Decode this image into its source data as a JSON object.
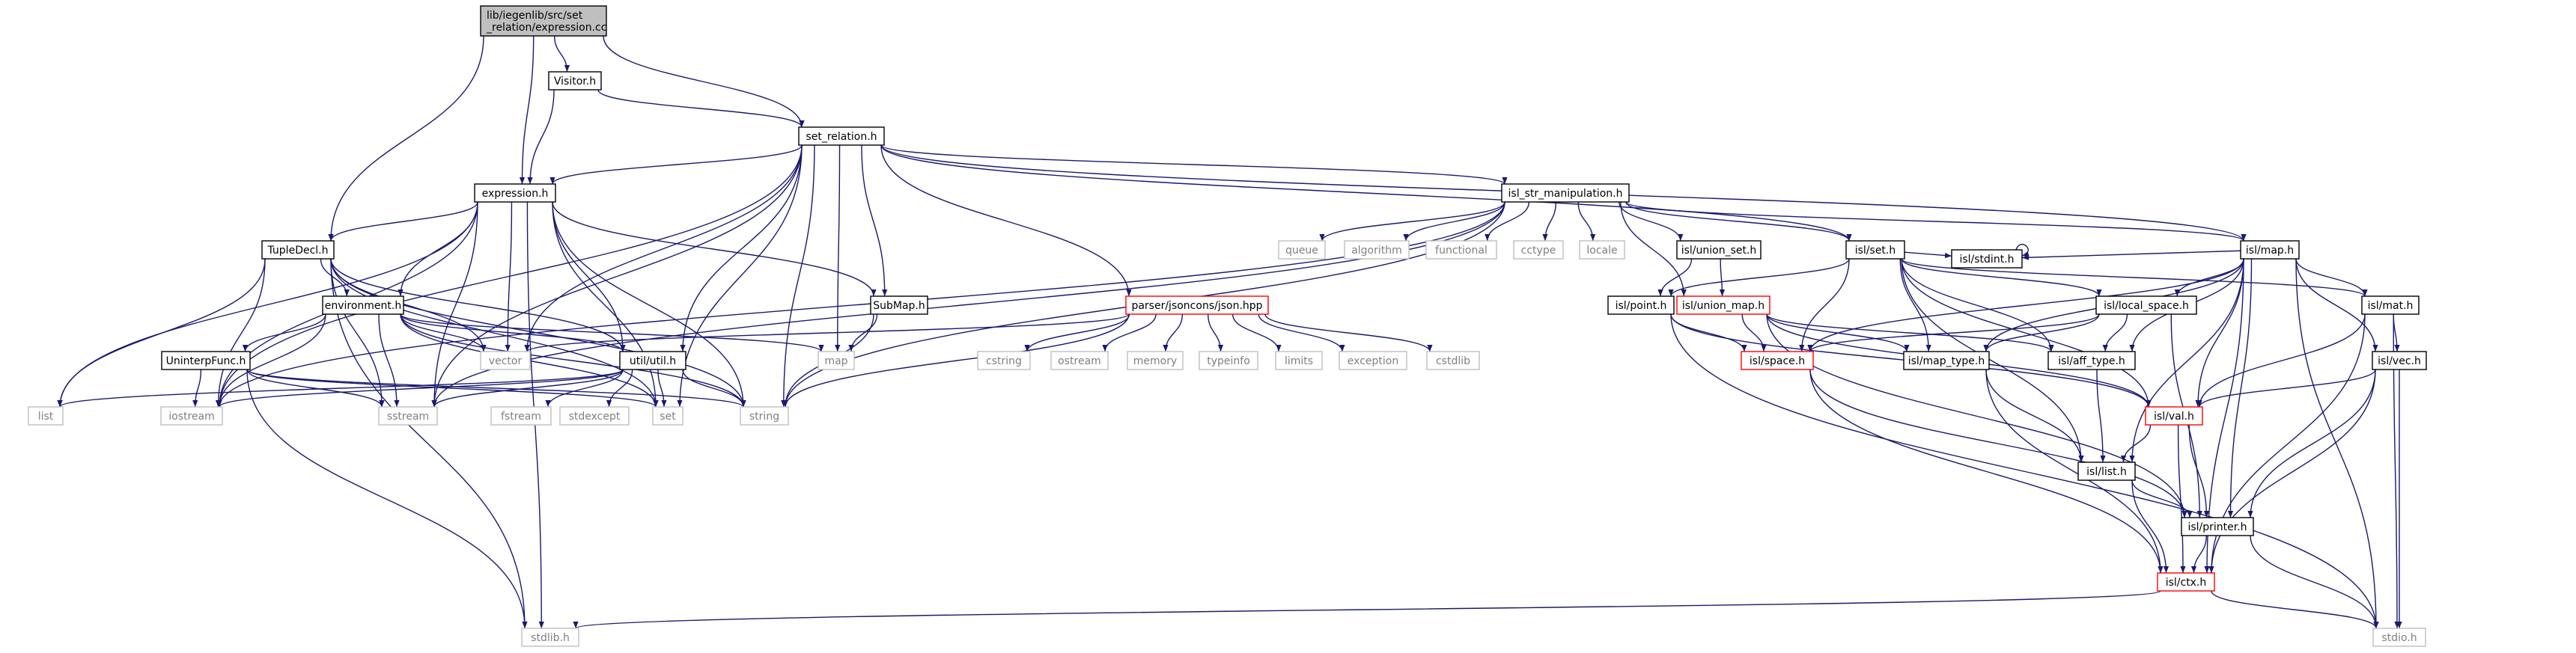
{
  "colors": {
    "edge": "#191970",
    "node_border": "#000000",
    "root_fill": "#bfbfbf",
    "truncated_border": "#ff0000",
    "system_border": "#bfbfbf",
    "system_text": "#7f7f7f",
    "text": "#000000"
  },
  "nodes": [
    {
      "id": "root",
      "lines": [
        "lib/iegenlib/src/set",
        "_relation/expression.cc"
      ],
      "kind": "root"
    },
    {
      "id": "visitor_h",
      "lines": [
        "Visitor.h"
      ],
      "kind": "normal"
    },
    {
      "id": "set_relation_h",
      "lines": [
        "set_relation.h"
      ],
      "kind": "normal"
    },
    {
      "id": "expression_h",
      "lines": [
        "expression.h"
      ],
      "kind": "normal"
    },
    {
      "id": "isl_str_manipulation_h",
      "lines": [
        "isl_str_manipulation.h"
      ],
      "kind": "normal"
    },
    {
      "id": "tupledecl_h",
      "lines": [
        "TupleDecl.h"
      ],
      "kind": "normal"
    },
    {
      "id": "environment_h",
      "lines": [
        "environment.h"
      ],
      "kind": "normal"
    },
    {
      "id": "uninterpfunc_h",
      "lines": [
        "UninterpFunc.h"
      ],
      "kind": "normal"
    },
    {
      "id": "util_h",
      "lines": [
        "util/util.h"
      ],
      "kind": "normal"
    },
    {
      "id": "submap_h",
      "lines": [
        "SubMap.h"
      ],
      "kind": "normal"
    },
    {
      "id": "json_hpp",
      "lines": [
        "parser/jsoncons/json.hpp"
      ],
      "kind": "truncated"
    },
    {
      "id": "isl_union_set_h",
      "lines": [
        "isl/union_set.h"
      ],
      "kind": "normal"
    },
    {
      "id": "isl_set_h",
      "lines": [
        "isl/set.h"
      ],
      "kind": "normal"
    },
    {
      "id": "isl_map_h",
      "lines": [
        "isl/map.h"
      ],
      "kind": "normal"
    },
    {
      "id": "isl_point_h",
      "lines": [
        "isl/point.h"
      ],
      "kind": "normal"
    },
    {
      "id": "isl_union_map_h",
      "lines": [
        "isl/union_map.h"
      ],
      "kind": "truncated"
    },
    {
      "id": "isl_stdint_h",
      "lines": [
        "isl/stdint.h"
      ],
      "kind": "normal"
    },
    {
      "id": "isl_local_space_h",
      "lines": [
        "isl/local_space.h"
      ],
      "kind": "normal"
    },
    {
      "id": "isl_mat_h",
      "lines": [
        "isl/mat.h"
      ],
      "kind": "normal"
    },
    {
      "id": "isl_space_h",
      "lines": [
        "isl/space.h"
      ],
      "kind": "truncated"
    },
    {
      "id": "isl_map_type_h",
      "lines": [
        "isl/map_type.h"
      ],
      "kind": "normal"
    },
    {
      "id": "isl_aff_type_h",
      "lines": [
        "isl/aff_type.h"
      ],
      "kind": "normal"
    },
    {
      "id": "isl_vec_h",
      "lines": [
        "isl/vec.h"
      ],
      "kind": "normal"
    },
    {
      "id": "isl_val_h",
      "lines": [
        "isl/val.h"
      ],
      "kind": "truncated"
    },
    {
      "id": "isl_list_h",
      "lines": [
        "isl/list.h"
      ],
      "kind": "normal"
    },
    {
      "id": "isl_printer_h",
      "lines": [
        "isl/printer.h"
      ],
      "kind": "normal"
    },
    {
      "id": "isl_ctx_h",
      "lines": [
        "isl/ctx.h"
      ],
      "kind": "truncated"
    },
    {
      "id": "stdlib_h",
      "lines": [
        "stdlib.h"
      ],
      "kind": "system"
    },
    {
      "id": "stdio_h",
      "lines": [
        "stdio.h"
      ],
      "kind": "system"
    },
    {
      "id": "list",
      "lines": [
        "list"
      ],
      "kind": "system"
    },
    {
      "id": "iostream",
      "lines": [
        "iostream"
      ],
      "kind": "system"
    },
    {
      "id": "sstream",
      "lines": [
        "sstream"
      ],
      "kind": "system"
    },
    {
      "id": "vector",
      "lines": [
        "vector"
      ],
      "kind": "system"
    },
    {
      "id": "map",
      "lines": [
        "map"
      ],
      "kind": "system"
    },
    {
      "id": "fstream",
      "lines": [
        "fstream"
      ],
      "kind": "system"
    },
    {
      "id": "stdexcept",
      "lines": [
        "stdexcept"
      ],
      "kind": "system"
    },
    {
      "id": "set",
      "lines": [
        "set"
      ],
      "kind": "system"
    },
    {
      "id": "string",
      "lines": [
        "string"
      ],
      "kind": "system"
    },
    {
      "id": "cstring",
      "lines": [
        "cstring"
      ],
      "kind": "system"
    },
    {
      "id": "ostream",
      "lines": [
        "ostream"
      ],
      "kind": "system"
    },
    {
      "id": "memory",
      "lines": [
        "memory"
      ],
      "kind": "system"
    },
    {
      "id": "typeinfo",
      "lines": [
        "typeinfo"
      ],
      "kind": "system"
    },
    {
      "id": "limits",
      "lines": [
        "limits"
      ],
      "kind": "system"
    },
    {
      "id": "exception",
      "lines": [
        "exception"
      ],
      "kind": "system"
    },
    {
      "id": "cstdlib",
      "lines": [
        "cstdlib"
      ],
      "kind": "system"
    },
    {
      "id": "queue",
      "lines": [
        "queue"
      ],
      "kind": "system"
    },
    {
      "id": "algorithm",
      "lines": [
        "algorithm"
      ],
      "kind": "system"
    },
    {
      "id": "functional",
      "lines": [
        "functional"
      ],
      "kind": "system"
    },
    {
      "id": "cctype",
      "lines": [
        "cctype"
      ],
      "kind": "system"
    },
    {
      "id": "locale",
      "lines": [
        "locale"
      ],
      "kind": "system"
    }
  ],
  "edges": [
    [
      "root",
      "visitor_h"
    ],
    [
      "root",
      "set_relation_h"
    ],
    [
      "root",
      "expression_h"
    ],
    [
      "root",
      "tupledecl_h"
    ],
    [
      "visitor_h",
      "expression_h"
    ],
    [
      "visitor_h",
      "set_relation_h"
    ],
    [
      "set_relation_h",
      "expression_h"
    ],
    [
      "set_relation_h",
      "isl_str_manipulation_h"
    ],
    [
      "set_relation_h",
      "submap_h"
    ],
    [
      "set_relation_h",
      "json_hpp"
    ],
    [
      "set_relation_h",
      "util_h"
    ],
    [
      "set_relation_h",
      "vector"
    ],
    [
      "set_relation_h",
      "map"
    ],
    [
      "set_relation_h",
      "string"
    ],
    [
      "set_relation_h",
      "set"
    ],
    [
      "set_relation_h",
      "sstream"
    ],
    [
      "set_relation_h",
      "iostream"
    ],
    [
      "set_relation_h",
      "isl_set_h"
    ],
    [
      "set_relation_h",
      "isl_map_h"
    ],
    [
      "expression_h",
      "tupledecl_h"
    ],
    [
      "expression_h",
      "environment_h"
    ],
    [
      "expression_h",
      "util_h"
    ],
    [
      "expression_h",
      "submap_h"
    ],
    [
      "expression_h",
      "list"
    ],
    [
      "expression_h",
      "iostream"
    ],
    [
      "expression_h",
      "sstream"
    ],
    [
      "expression_h",
      "vector"
    ],
    [
      "expression_h",
      "string"
    ],
    [
      "expression_h",
      "stdlib_h"
    ],
    [
      "expression_h",
      "set"
    ],
    [
      "tupledecl_h",
      "environment_h"
    ],
    [
      "tupledecl_h",
      "util_h"
    ],
    [
      "tupledecl_h",
      "list"
    ],
    [
      "tupledecl_h",
      "iostream"
    ],
    [
      "tupledecl_h",
      "sstream"
    ],
    [
      "tupledecl_h",
      "vector"
    ],
    [
      "tupledecl_h",
      "string"
    ],
    [
      "tupledecl_h",
      "stdlib_h"
    ],
    [
      "tupledecl_h",
      "set"
    ],
    [
      "environment_h",
      "uninterpfunc_h"
    ],
    [
      "environment_h",
      "util_h"
    ],
    [
      "environment_h",
      "iostream"
    ],
    [
      "environment_h",
      "sstream"
    ],
    [
      "environment_h",
      "vector"
    ],
    [
      "environment_h",
      "map"
    ],
    [
      "environment_h",
      "string"
    ],
    [
      "environment_h",
      "set"
    ],
    [
      "uninterpfunc_h",
      "iostream"
    ],
    [
      "uninterpfunc_h",
      "sstream"
    ],
    [
      "uninterpfunc_h",
      "string"
    ],
    [
      "uninterpfunc_h",
      "stdlib_h"
    ],
    [
      "uninterpfunc_h",
      "set"
    ],
    [
      "util_h",
      "list"
    ],
    [
      "util_h",
      "iostream"
    ],
    [
      "util_h",
      "sstream"
    ],
    [
      "util_h",
      "fstream"
    ],
    [
      "util_h",
      "stdexcept"
    ],
    [
      "util_h",
      "set"
    ],
    [
      "util_h",
      "string"
    ],
    [
      "submap_h",
      "map"
    ],
    [
      "submap_h",
      "string"
    ],
    [
      "json_hpp",
      "vector"
    ],
    [
      "json_hpp",
      "string"
    ],
    [
      "json_hpp",
      "cstring"
    ],
    [
      "json_hpp",
      "ostream"
    ],
    [
      "json_hpp",
      "memory"
    ],
    [
      "json_hpp",
      "typeinfo"
    ],
    [
      "json_hpp",
      "limits"
    ],
    [
      "json_hpp",
      "exception"
    ],
    [
      "json_hpp",
      "cstdlib"
    ],
    [
      "isl_str_manipulation_h",
      "queue"
    ],
    [
      "isl_str_manipulation_h",
      "algorithm"
    ],
    [
      "isl_str_manipulation_h",
      "functional"
    ],
    [
      "isl_str_manipulation_h",
      "cctype"
    ],
    [
      "isl_str_manipulation_h",
      "locale"
    ],
    [
      "isl_str_manipulation_h",
      "isl_union_set_h"
    ],
    [
      "isl_str_manipulation_h",
      "isl_set_h"
    ],
    [
      "isl_str_manipulation_h",
      "isl_map_h"
    ],
    [
      "isl_str_manipulation_h",
      "isl_union_map_h"
    ],
    [
      "isl_str_manipulation_h",
      "string"
    ],
    [
      "isl_str_manipulation_h",
      "iostream"
    ],
    [
      "isl_str_manipulation_h",
      "sstream"
    ],
    [
      "isl_union_set_h",
      "isl_point_h"
    ],
    [
      "isl_union_set_h",
      "isl_union_map_h"
    ],
    [
      "isl_set_h",
      "isl_point_h"
    ],
    [
      "isl_set_h",
      "isl_stdint_h"
    ],
    [
      "isl_set_h",
      "isl_local_space_h"
    ],
    [
      "isl_set_h",
      "isl_mat_h"
    ],
    [
      "isl_set_h",
      "isl_map_type_h"
    ],
    [
      "isl_set_h",
      "isl_aff_type_h"
    ],
    [
      "isl_set_h",
      "isl_list_h"
    ],
    [
      "isl_set_h",
      "isl_val_h"
    ],
    [
      "isl_set_h",
      "isl_space_h"
    ],
    [
      "isl_map_h",
      "isl_stdint_h"
    ],
    [
      "isl_map_h",
      "isl_local_space_h"
    ],
    [
      "isl_map_h",
      "isl_mat_h"
    ],
    [
      "isl_map_h",
      "isl_vec_h"
    ],
    [
      "isl_map_h",
      "isl_space_h"
    ],
    [
      "isl_map_h",
      "isl_map_type_h"
    ],
    [
      "isl_map_h",
      "isl_aff_type_h"
    ],
    [
      "isl_map_h",
      "isl_val_h"
    ],
    [
      "isl_map_h",
      "isl_list_h"
    ],
    [
      "isl_map_h",
      "isl_printer_h"
    ],
    [
      "isl_map_h",
      "isl_ctx_h"
    ],
    [
      "isl_map_h",
      "stdio_h"
    ],
    [
      "isl_stdint_h",
      "isl_stdint_h"
    ],
    [
      "isl_point_h",
      "isl_space_h"
    ],
    [
      "isl_point_h",
      "isl_val_h"
    ],
    [
      "isl_point_h",
      "stdio_h"
    ],
    [
      "isl_union_map_h",
      "isl_space_h"
    ],
    [
      "isl_union_map_h",
      "isl_map_type_h"
    ],
    [
      "isl_union_map_h",
      "isl_aff_type_h"
    ],
    [
      "isl_union_map_h",
      "isl_val_h"
    ],
    [
      "isl_union_map_h",
      "isl_printer_h"
    ],
    [
      "isl_local_space_h",
      "isl_space_h"
    ],
    [
      "isl_local_space_h",
      "isl_aff_type_h"
    ],
    [
      "isl_local_space_h",
      "isl_printer_h"
    ],
    [
      "isl_local_space_h",
      "isl_map_type_h"
    ],
    [
      "isl_mat_h",
      "isl_vec_h"
    ],
    [
      "isl_mat_h",
      "isl_val_h"
    ],
    [
      "isl_mat_h",
      "isl_ctx_h"
    ],
    [
      "isl_mat_h",
      "stdio_h"
    ],
    [
      "isl_space_h",
      "isl_printer_h"
    ],
    [
      "isl_space_h",
      "isl_ctx_h"
    ],
    [
      "isl_map_type_h",
      "isl_list_h"
    ],
    [
      "isl_map_type_h",
      "isl_ctx_h"
    ],
    [
      "isl_aff_type_h",
      "isl_list_h"
    ],
    [
      "isl_vec_h",
      "isl_val_h"
    ],
    [
      "isl_vec_h",
      "isl_printer_h"
    ],
    [
      "isl_vec_h",
      "isl_ctx_h"
    ],
    [
      "isl_vec_h",
      "stdio_h"
    ],
    [
      "isl_val_h",
      "isl_list_h"
    ],
    [
      "isl_val_h",
      "isl_printer_h"
    ],
    [
      "isl_val_h",
      "isl_ctx_h"
    ],
    [
      "isl_list_h",
      "isl_printer_h"
    ],
    [
      "isl_list_h",
      "isl_ctx_h"
    ],
    [
      "isl_printer_h",
      "isl_ctx_h"
    ],
    [
      "isl_printer_h",
      "stdio_h"
    ],
    [
      "isl_ctx_h",
      "stdlib_h"
    ],
    [
      "isl_ctx_h",
      "stdio_h"
    ]
  ]
}
